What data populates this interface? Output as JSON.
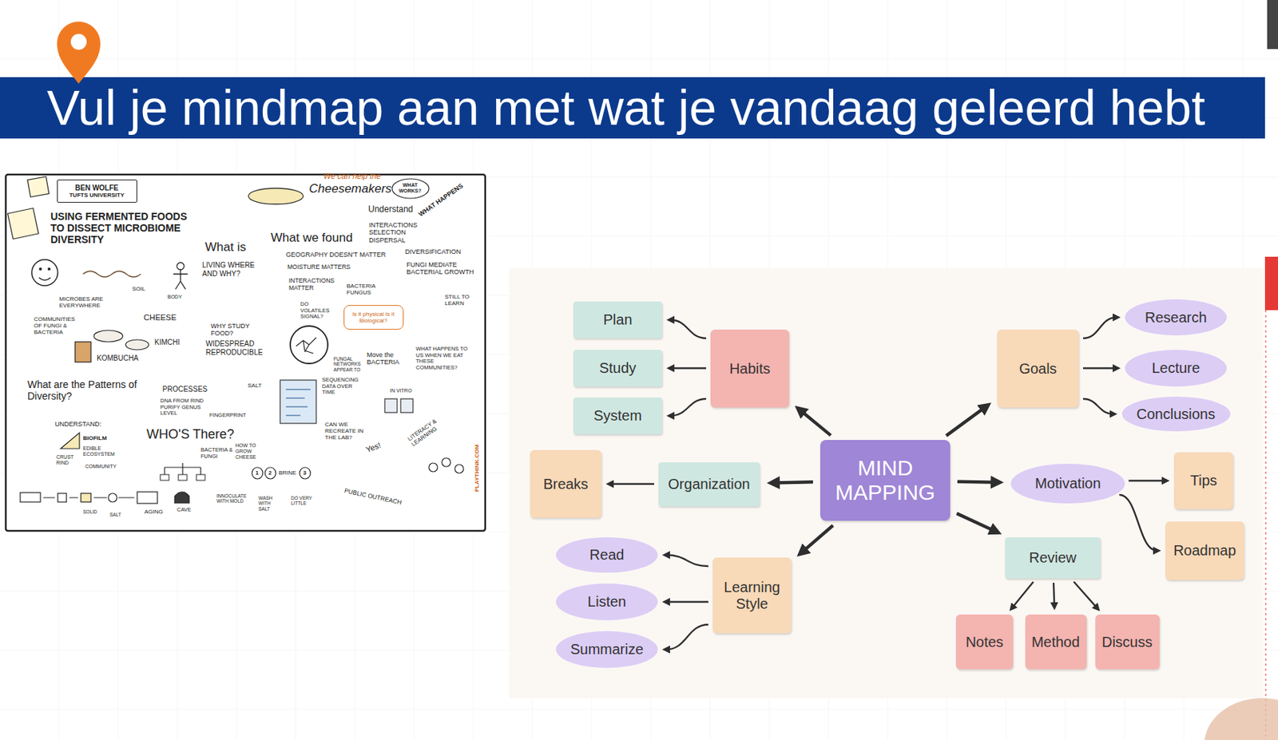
{
  "diagram": {
    "title": "Vul je mindmap aan met wat je vandaag geleerd hebt",
    "nodes": [
      {
        "text": [
          "BEN WOLFE",
          "TUFTS UNIVERSITY"
        ]
      },
      {
        "text": [
          "WHAT WORKS?"
        ]
      },
      {
        "text": [
          "Is it physical Is it Biological?"
        ]
      },
      {
        "text": [
          "1"
        ]
      },
      {
        "text": [
          "2"
        ]
      },
      {
        "text": [
          "3"
        ]
      },
      {
        "text": [
          "MIND MAPPING"
        ]
      },
      {
        "text": [
          "Habits"
        ]
      },
      {
        "text": [
          "Plan"
        ]
      },
      {
        "text": [
          "Study"
        ]
      },
      {
        "text": [
          "System"
        ]
      },
      {
        "text": [
          "Goals"
        ]
      },
      {
        "text": [
          "Research"
        ]
      },
      {
        "text": [
          "Lecture"
        ]
      },
      {
        "text": [
          "Conclusions"
        ]
      },
      {
        "text": [
          "Organization"
        ]
      },
      {
        "text": [
          "Breaks"
        ]
      },
      {
        "text": [
          "Motivation"
        ]
      },
      {
        "text": [
          "Tips"
        ]
      },
      {
        "text": [
          "Roadmap"
        ]
      },
      {
        "text": [
          "Learning Style"
        ]
      },
      {
        "text": [
          "Read"
        ]
      },
      {
        "text": [
          "Listen"
        ]
      },
      {
        "text": [
          "Summarize"
        ]
      },
      {
        "text": [
          "Review"
        ]
      },
      {
        "text": [
          "Notes"
        ]
      },
      {
        "text": [
          "Method"
        ]
      },
      {
        "text": [
          "Discuss"
        ]
      }
    ],
    "edges": [
      {
        "from": 6,
        "to": 7,
        "arrow": "to"
      },
      {
        "from": 7,
        "to": 8,
        "arrow": "to"
      },
      {
        "from": 7,
        "to": 9,
        "arrow": "to"
      },
      {
        "from": 7,
        "to": 10,
        "arrow": "to"
      },
      {
        "from": 6,
        "to": 11,
        "arrow": "to"
      },
      {
        "from": 11,
        "to": 12,
        "arrow": "to"
      },
      {
        "from": 11,
        "to": 13,
        "arrow": "to"
      },
      {
        "from": 11,
        "to": 14,
        "arrow": "to"
      },
      {
        "from": 6,
        "to": 15,
        "arrow": "to"
      },
      {
        "from": 15,
        "to": 16,
        "arrow": "to"
      },
      {
        "from": 6,
        "to": 17,
        "arrow": "to"
      },
      {
        "from": 17,
        "to": 18,
        "arrow": "to"
      },
      {
        "from": 17,
        "to": 19,
        "arrow": "to"
      },
      {
        "from": 6,
        "to": 20,
        "arrow": "to"
      },
      {
        "from": 20,
        "to": 21,
        "arrow": "to"
      },
      {
        "from": 20,
        "to": 22,
        "arrow": "to"
      },
      {
        "from": 20,
        "to": 23,
        "arrow": "to"
      },
      {
        "from": 6,
        "to": 24,
        "arrow": "to"
      },
      {
        "from": 24,
        "to": 25,
        "arrow": "to"
      },
      {
        "from": 24,
        "to": 26,
        "arrow": "to"
      },
      {
        "from": 24,
        "to": 27,
        "arrow": "to"
      }
    ],
    "labels": [
      "USING FERMENTED FOODS TO DISSECT MICROBIOME DIVERSITY",
      "We can help the",
      "Cheesemakers",
      "Understand",
      "WHAT HAPPENS",
      "INTERACTIONS SELECTION DISPERSAL",
      "DIVERSIFICATION",
      "What is",
      "LIVING WHERE AND WHY?",
      "What we found",
      "GEOGRAPHY DOESN'T MATTER",
      "MOISTURE MATTERS",
      "INTERACTIONS MATTER",
      "BACTERIA FUNGUS",
      "FUNGI MEDIATE BACTERIAL GROWTH",
      "SOIL",
      "BODY",
      "STILL TO LEARN",
      "MICROBES ARE EVERYWHERE",
      "DO VOLATILES SIGNAL?",
      "CHEESE",
      "COMMUNITIES OF FUNGI & BACTERIA",
      "WHY STUDY FOOD?",
      "WIDESPREAD REPRODUCIBLE",
      "KIMCHI",
      "WHAT HAPPENS TO US WHEN WE EAT THESE COMMUNITIES?",
      "Move the BACTERIA",
      "KOMBUCHA",
      "FUNGAL NETWORKS APPEAR TO",
      "What are the Patterns of Diversity?",
      "SEQUENCING DATA OVER TIME",
      "SALT",
      "PROCESSES",
      "IN VITRO",
      "DNA FROM RIND PURIFY GENUS LEVEL",
      "FINGERPRINT",
      "UNDERSTAND:",
      "CAN WE RECREATE IN THE LAB?",
      "WHO'S There?",
      "BIOFILM",
      "LITERACY & LEARNING",
      "HOW TO GROW CHEESE",
      "EDIBLE ECOSYSTEM",
      "Yes!",
      "BACTERIA & FUNGI",
      "CRUST RIND",
      "COMMUNITY",
      "BRINE",
      "PLAYTHINK.COM",
      "PUBLIC OUTREACH",
      "INNOCULATE WITH MOLD",
      "WASH WITH SALT",
      "DO VERY LITTLE",
      "CAVE",
      "AGING",
      "SOLID",
      "SALT"
    ]
  }
}
